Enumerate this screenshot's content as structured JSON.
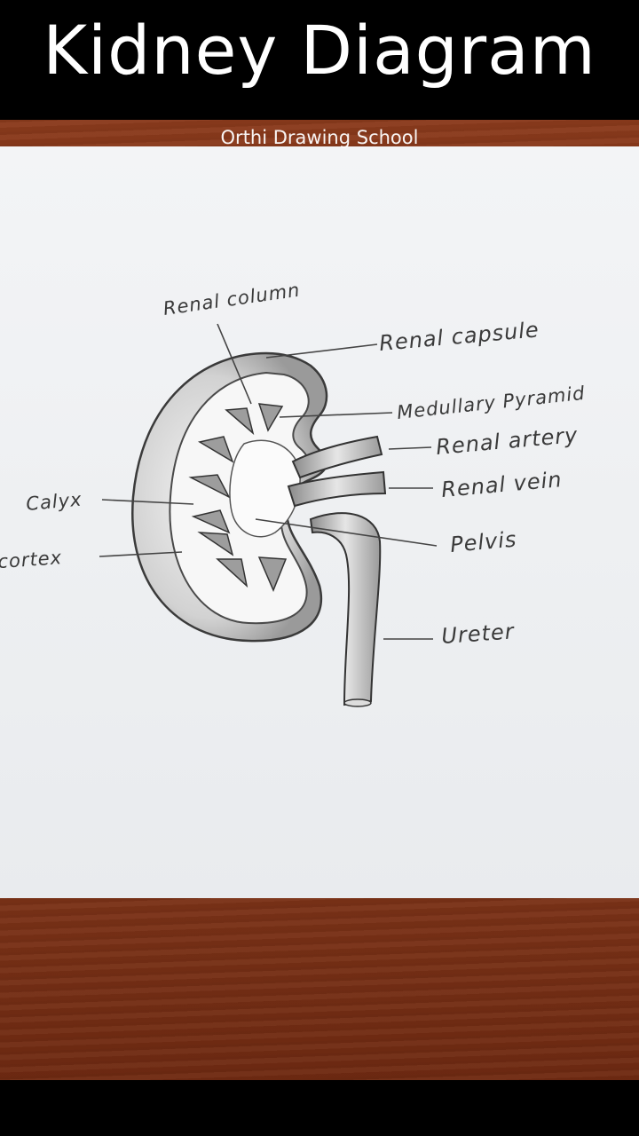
{
  "header": {
    "title": "Kidney Diagram"
  },
  "watermark": "Orthi Drawing School",
  "diagram": {
    "labels": {
      "renal_column": "Renal column",
      "renal_capsule": "Renal capsule",
      "medullary_pyramid": "Medullary Pyramid",
      "renal_artery": "Renal artery",
      "renal_vein": "Renal vein",
      "calyx": "Calyx",
      "cortex": "cortex",
      "pelvis": "Pelvis",
      "ureter": "Ureter"
    }
  },
  "colors": {
    "pencil": "#3a3a3a",
    "paper": "#eef0f2",
    "table": "#7a2e14"
  }
}
